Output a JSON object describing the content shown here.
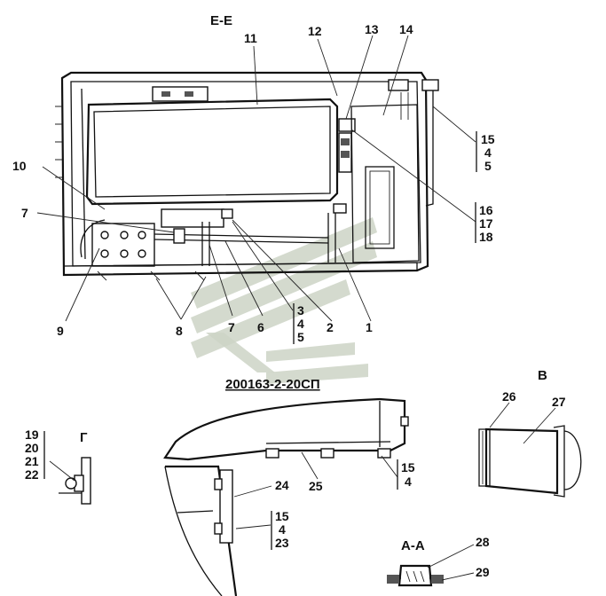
{
  "drawing_code": "200163-2-20СП",
  "sections": {
    "main": "Е-Е",
    "side": "Г",
    "detail_b": "В",
    "detail_aa": "А-А"
  },
  "callouts": [
    "1",
    "2",
    "3",
    "4",
    "5",
    "6",
    "7",
    "8",
    "9",
    "10",
    "11",
    "12",
    "13",
    "14",
    "15",
    "16",
    "17",
    "18",
    "19",
    "20",
    "21",
    "22",
    "23",
    "24",
    "25",
    "26",
    "27",
    "28",
    "29"
  ]
}
